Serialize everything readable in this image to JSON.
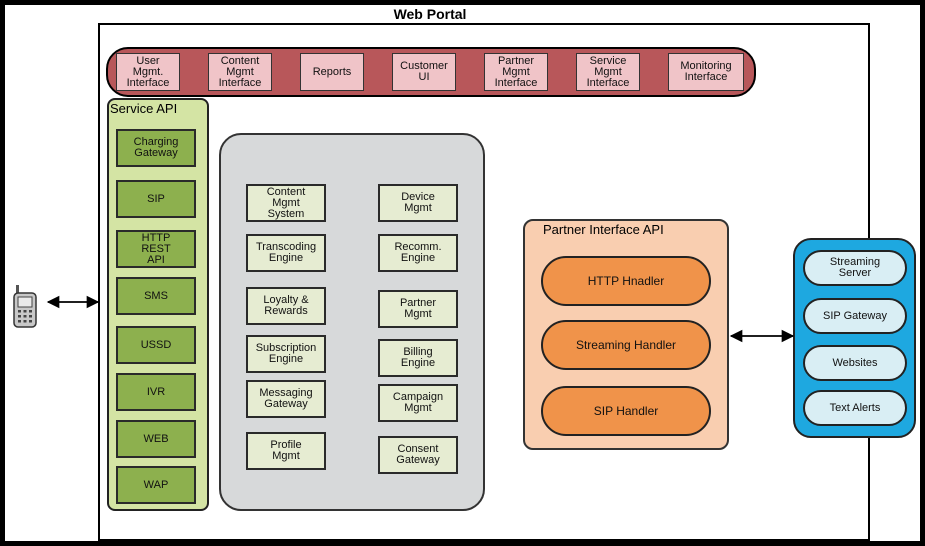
{
  "title": "Web Portal",
  "top_bar": [
    "User\nMgmt.\nInterface",
    "Content\nMgmt\nInterface",
    "Reports",
    "Customer\nUI",
    "Partner\nMgmt\nInterface",
    "Service\nMgmt\nInterface",
    "Monitoring\nInterface"
  ],
  "service_api": {
    "title": "Service API",
    "items": [
      "Charging\nGateway",
      "SIP",
      "HTTP\nREST\nAPI",
      "SMS",
      "USSD",
      "IVR",
      "WEB",
      "WAP"
    ]
  },
  "core_left": [
    "Content\nMgmt\nSystem",
    "Transcoding\nEngine",
    "Loyalty &\nRewards",
    "Subscription\nEngine",
    "Messaging\nGateway",
    "Profile\nMgmt"
  ],
  "core_right": [
    "Device\nMgmt",
    "Recomm.\nEngine",
    "Partner\nMgmt",
    "Billing\nEngine",
    "Campaign\nMgmt",
    "Consent\nGateway"
  ],
  "partner_api": {
    "title": "Partner Interface API",
    "items": [
      "HTTP Hnadler",
      "Streaming Handler",
      "SIP Handler"
    ]
  },
  "external": [
    "Streaming\nServer",
    "SIP Gateway",
    "Websites",
    "Text Alerts"
  ],
  "icons": {
    "phone": "mobile-phone-icon"
  },
  "colors": {
    "top_bar": "#b8575a",
    "top_bar_box": "#f0c4c8",
    "service_api": "#d4e4a4",
    "service_box": "#8db04e",
    "core": "#d7d9da",
    "core_box": "#e6ecd2",
    "partner": "#f9ceb0",
    "partner_oval": "#f0934a",
    "external": "#1ea8e0",
    "external_oval": "#d9eef4"
  }
}
